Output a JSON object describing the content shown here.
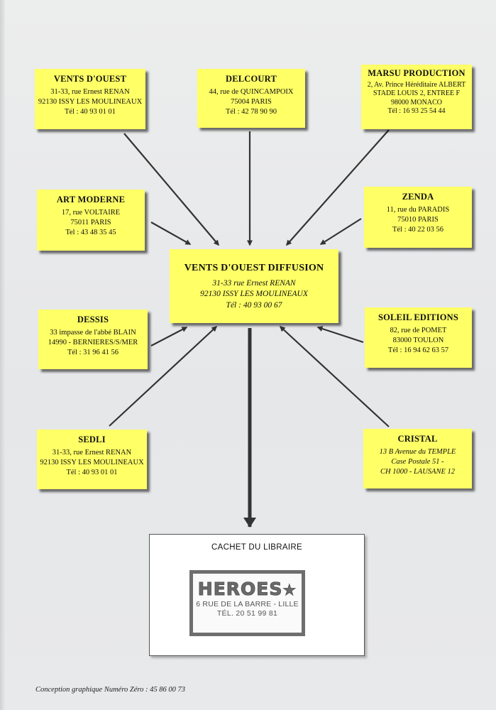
{
  "boxes": {
    "vents_douest": {
      "name": "VENTS D'OUEST",
      "lines": [
        "31-33, rue Ernest RENAN",
        "92130 ISSY LES MOULINEAUX",
        "Tél : 40 93 01 01"
      ]
    },
    "delcourt": {
      "name": "DELCOURT",
      "lines": [
        "44, rue de QUINCAMPOIX",
        "75004 PARIS",
        "Tél : 42 78 90 90"
      ]
    },
    "marsu": {
      "name": "MARSU PRODUCTION",
      "lines": [
        "2, Av. Prince Héréditaire ALBERT",
        "STADE LOUIS 2, ENTREE F",
        "98000 MONACO",
        "Tél : 16 93 25 54 44"
      ]
    },
    "art_moderne": {
      "name": "ART MODERNE",
      "lines": [
        "17, rue VOLTAIRE",
        "75011 PARIS",
        "Tel : 43 48 35 45"
      ]
    },
    "zenda": {
      "name": "ZENDA",
      "lines": [
        "11, rue du PARADIS",
        "75010 PARIS",
        "Tél : 40 22 03 56"
      ]
    },
    "center": {
      "name": "VENTS D'OUEST DIFFUSION",
      "lines": [
        "31-33 rue Ernest RENAN",
        "92130 ISSY LES MOULINEAUX",
        "Tél : 40 93 00 67"
      ]
    },
    "dessis": {
      "name": "DESSIS",
      "lines": [
        "33 impasse de l'abbé BLAIN",
        "14990 - BERNIERES/S/MER",
        "Tél : 31 96 41 56"
      ]
    },
    "soleil": {
      "name": "SOLEIL EDITIONS",
      "lines": [
        "82, rue de POMET",
        "83000 TOULON",
        "Tél : 16 94 62 63 57"
      ]
    },
    "sedli": {
      "name": "SEDLI",
      "lines": [
        "31-33, rue Ernest RENAN",
        "92130 ISSY LES MOULINEAUX",
        "Tél : 40 93 01 01"
      ]
    },
    "cristal": {
      "name": "CRISTAL",
      "lines": [
        "13 B Avenue du TEMPLE",
        "Case Postale 51 -",
        "CH 1000 - LAUSANE 12"
      ]
    }
  },
  "cachet": {
    "title": "CACHET DU LIBRAIRE",
    "stamp_logo": "HEROES",
    "stamp_line1": "6 RUE DE LA BARRE - LILLE",
    "stamp_line2": "TÉL. 20 51 99 81"
  },
  "footer": "Conception graphique Numéro Zéro : 45 86 00 73",
  "colors": {
    "box_fill": "#ffff66",
    "arrow": "#333333",
    "background": "#e8e9ea"
  }
}
